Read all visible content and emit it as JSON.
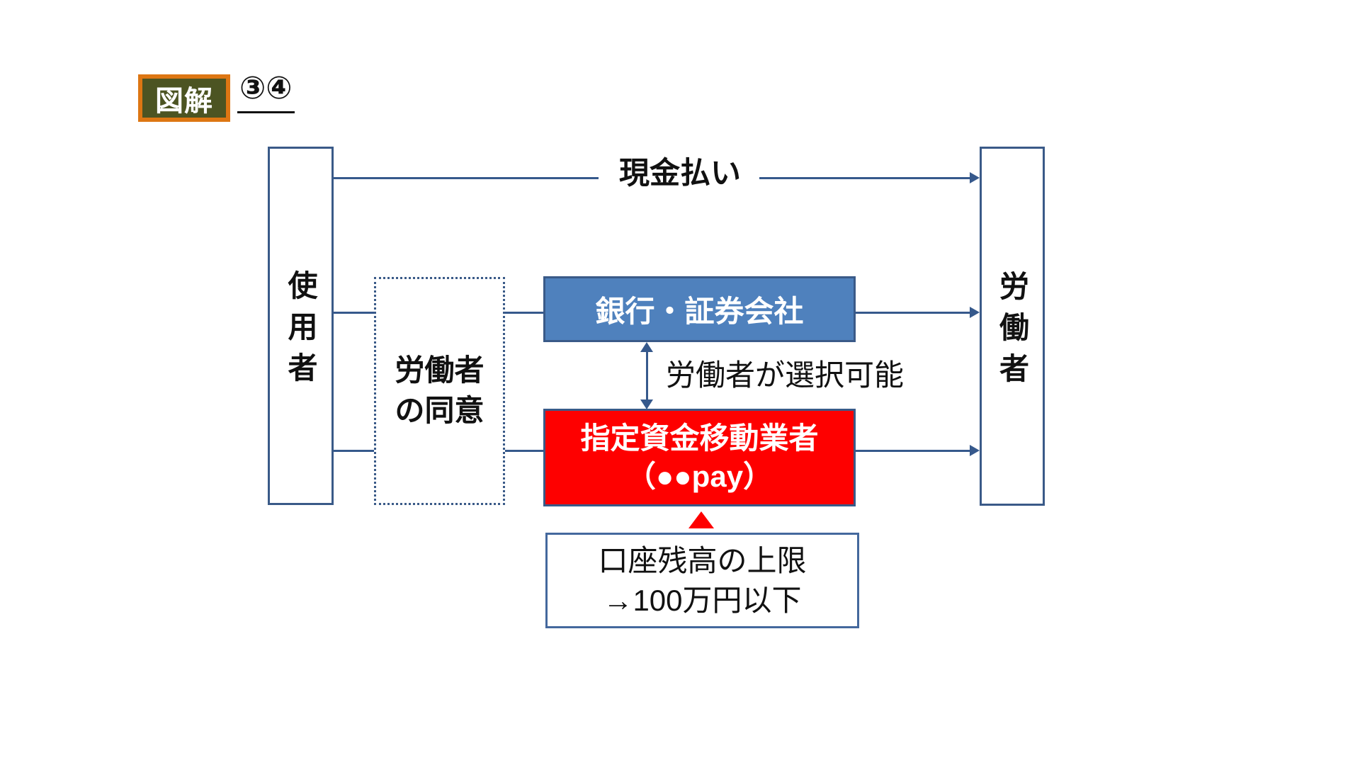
{
  "header": {
    "badge_label": "図解",
    "numbers": "③④"
  },
  "nodes": {
    "employer": "使用者",
    "worker": "労働者",
    "consent": {
      "line1": "労働者",
      "line2": "の同意"
    },
    "bank": "銀行・証券会社",
    "fund_transfer": {
      "line1": "指定資金移動業者",
      "line2": "（●●pay）"
    },
    "balance_note": {
      "line1": "口座残高の上限",
      "line2": "→100万円以下"
    }
  },
  "labels": {
    "cash_payment": "現金払い",
    "worker_choice": "労働者が選択可能"
  },
  "colors": {
    "line_blue": "#36598c",
    "box_border_blue": "#3a5a88",
    "bank_fill": "#4f81bd",
    "fund_fill": "#fe0000",
    "badge_green": "#4c5422",
    "badge_border_orange": "#dd7613"
  }
}
